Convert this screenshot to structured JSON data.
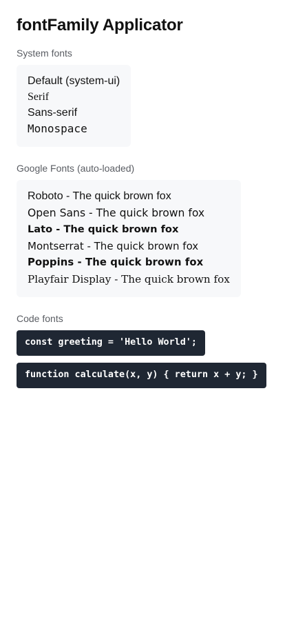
{
  "page": {
    "title": "fontFamily Applicator"
  },
  "sections": {
    "system": {
      "label": "System fonts",
      "samples": [
        "Default (system-ui)",
        "Serif",
        "Sans-serif",
        "Monospace"
      ]
    },
    "google": {
      "label": "Google Fonts (auto-loaded)",
      "samples": [
        "Roboto - The quick brown fox",
        "Open Sans - The quick brown fox",
        "Lato - The quick brown fox",
        "Montserrat - The quick brown fox",
        "Poppins - The quick brown fox",
        "Playfair Display - The quick brown fox"
      ]
    },
    "code": {
      "label": "Code fonts",
      "samples": [
        "const greeting = 'Hello World';",
        "function calculate(x, y) { return x + y; }"
      ]
    }
  },
  "colors": {
    "card_background": "#f7f8fa",
    "code_background": "#1f2733",
    "label_text": "#5a5d63",
    "body_text": "#111111"
  }
}
